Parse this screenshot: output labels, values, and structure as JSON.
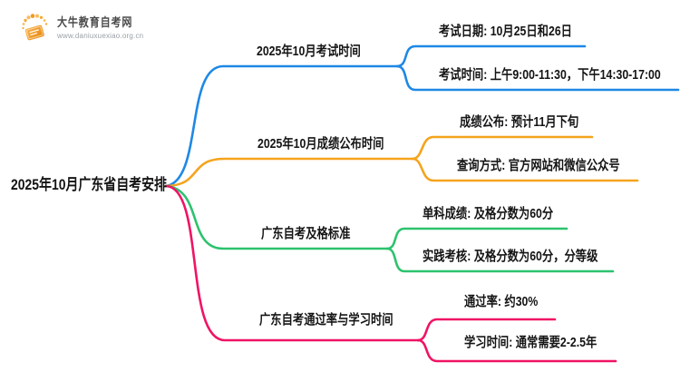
{
  "logo": {
    "name": "大牛教育自考网",
    "url": "www.daniuxuexiao.org.cn",
    "icon": "book-icon",
    "brand_color": "#F29A1F"
  },
  "root": {
    "label": "2025年10月广东省自考安排"
  },
  "branches": [
    {
      "label": "2025年10月考试时间",
      "color": "#1E88E5",
      "children": [
        "考试日期: 10月25日和26日",
        "考试时间: 上午9:00-11:30，下午14:30-17:00"
      ]
    },
    {
      "label": "2025年10月成绩公布时间",
      "color": "#F5A41D",
      "children": [
        "成绩公布: 预计11月下旬",
        "查询方式: 官方网站和微信公众号"
      ]
    },
    {
      "label": "广东自考及格标准",
      "color": "#2DC26E",
      "children": [
        "单科成绩: 及格分数为60分",
        "实践考核: 及格分数为60分，分等级"
      ]
    },
    {
      "label": "广东自考通过率与学习时间",
      "color": "#F01365",
      "children": [
        "通过率: 约30%",
        "学习时间: 通常需要2-2.5年"
      ]
    }
  ]
}
